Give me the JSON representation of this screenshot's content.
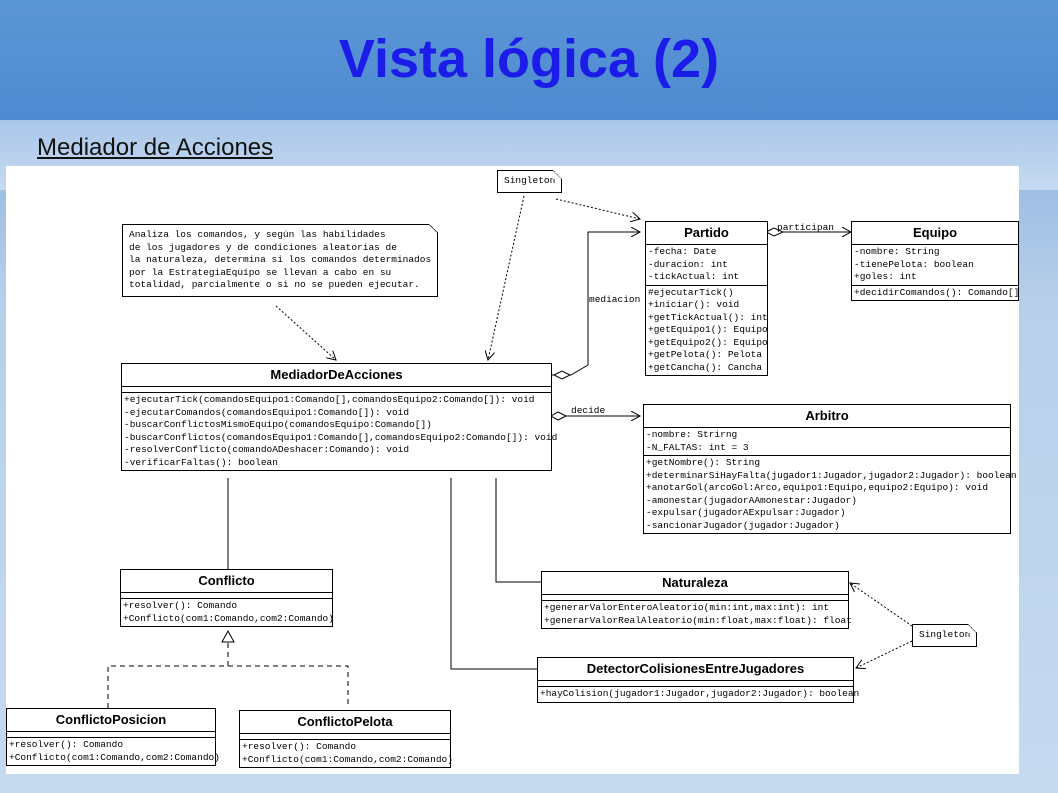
{
  "slide": {
    "title": "Vista lógica (2)",
    "subtitle": "Mediador de Acciones"
  },
  "notes": {
    "singleton_top": "Singleton",
    "singleton_bottom": "Singleton",
    "analysis": [
      "Analiza los comandos, y según las habilidades",
      "de los jugadores y de condiciones aleatorias de",
      "la naturaleza, determina si los comandos determinados",
      "por la EstrategiaEquipo se llevan a cabo en su",
      "totalidad, parcialmente o si no se pueden ejecutar."
    ]
  },
  "relations": {
    "participan": "participan",
    "mediacion": "mediacion",
    "decide": "decide"
  },
  "classes": {
    "partido": {
      "name": "Partido",
      "attributes": [
        "-fecha: Date",
        "-duracion: int",
        "-tickActual: int"
      ],
      "operations": [
        "#ejecutarTick()",
        "+iniciar(): void",
        "+getTickActual(): int",
        "+getEquipo1(): Equipo",
        "+getEquipo2(): Equipo",
        "+getPelota(): Pelota",
        "+getCancha(): Cancha"
      ]
    },
    "equipo": {
      "name": "Equipo",
      "attributes": [
        "-nombre: String",
        "-tienePelota: boolean",
        "+goles: int"
      ],
      "operations": [
        "+decidirComandos(): Comando[]"
      ]
    },
    "mediador": {
      "name": "MediadorDeAcciones",
      "operations": [
        "+ejecutarTick(comandosEquipo1:Comando[],comandosEquipo2:Comando[]): void",
        "-ejecutarComandos(comandosEquipo1:Comando[]): void",
        "-buscarConflictosMismoEquipo(comandosEquipo:Comando[])",
        "-buscarConflictos(comandosEquipo1:Comando[],comandosEquipo2:Comando[]): void",
        "-resolverConflicto(comandoADeshacer:Comando): void",
        "-verificarFaltas(): boolean"
      ]
    },
    "arbitro": {
      "name": "Arbitro",
      "attributes": [
        "-nombre: Strirng",
        "-N_FALTAS: int = 3"
      ],
      "operations": [
        "+getNombre(): String",
        "+determinarSiHayFalta(jugador1:Jugador,jugador2:Jugador): boolean",
        "+anotarGol(arcoGol:Arco,equipo1:Equipo,equipo2:Equipo): void",
        "-amonestar(jugadorAAmonestar:Jugador)",
        "-expulsar(jugadorAExpulsar:Jugador)",
        "-sancionarJugador(jugador:Jugador)"
      ]
    },
    "conflicto": {
      "name": "Conflicto",
      "operations": [
        "+resolver(): Comando",
        "+Conflicto(com1:Comando,com2:Comando)"
      ]
    },
    "naturaleza": {
      "name": "Naturaleza",
      "operations": [
        "+generarValorEnteroAleatorio(min:int,max:int): int",
        "+generarValorRealAleatorio(min:float,max:float): float"
      ]
    },
    "detector": {
      "name": "DetectorColisionesEntreJugadores",
      "operations": [
        "+hayColision(jugador1:Jugador,jugador2:Jugador): boolean"
      ]
    },
    "conflicto_posicion": {
      "name": "ConflictoPosicion",
      "operations": [
        "+resolver(): Comando",
        "+Conflicto(com1:Comando,com2:Comando)"
      ]
    },
    "conflicto_pelota": {
      "name": "ConflictoPelota",
      "operations": [
        "+resolver(): Comando",
        "+Conflicto(com1:Comando,com2:Comando)"
      ]
    }
  }
}
